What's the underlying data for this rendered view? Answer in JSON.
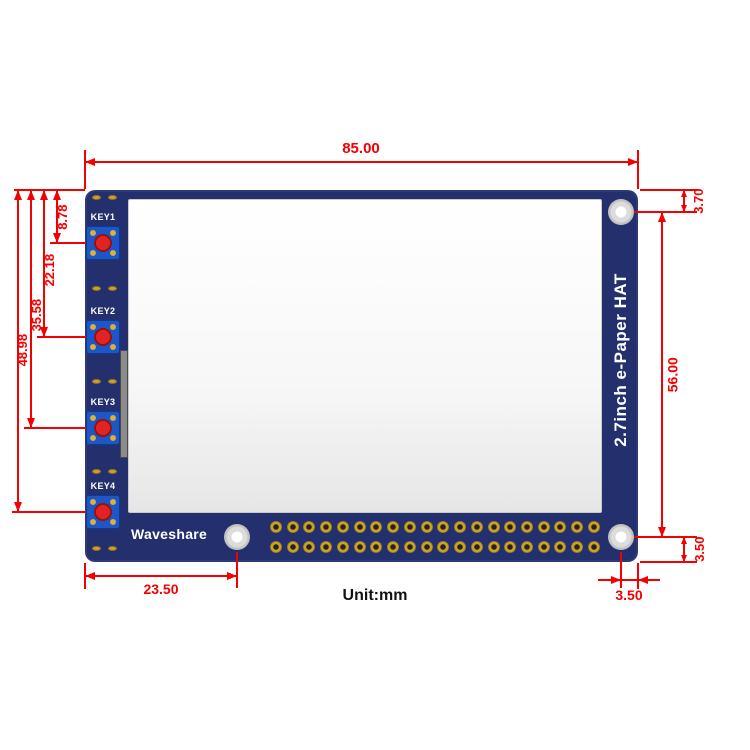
{
  "drawing": {
    "unit_label": "Unit:mm"
  },
  "board": {
    "brand": "Waveshare",
    "title": "2.7inch e-Paper HAT",
    "keys": [
      {
        "label": "KEY1"
      },
      {
        "label": "KEY2"
      },
      {
        "label": "KEY3"
      },
      {
        "label": "KEY4"
      }
    ]
  },
  "dimensions": {
    "width_top": "85.00",
    "right_top": "3.70",
    "right_side": "56.00",
    "right_bottom": "3.50",
    "bottom_right": "3.50",
    "bottom_left": "23.50",
    "left_stack": {
      "d1": "8.78",
      "d2": "22.18",
      "d3": "35.58",
      "d4": "48.98"
    }
  },
  "colors": {
    "dim_red": "#f40000",
    "pcb_blue": "#24306e",
    "key_blue": "#1e56c8",
    "pad_gold": "#c9a22b",
    "text_black": "#111111"
  }
}
